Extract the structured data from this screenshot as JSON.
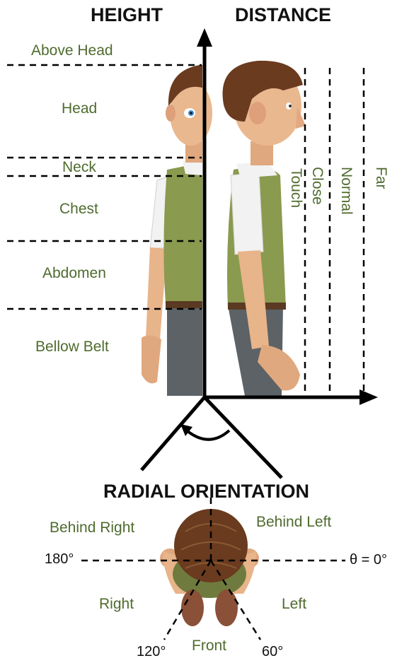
{
  "headers": {
    "height": "HEIGHT",
    "distance": "DISTANCE",
    "radial": "RADIAL ORIENTATION"
  },
  "height_zones": [
    "Above Head",
    "Head",
    "Neck",
    "Chest",
    "Abdomen",
    "Bellow Belt"
  ],
  "distance_zones": [
    "Touch",
    "Close",
    "Normal",
    "Far"
  ],
  "orientation": {
    "behind_right": "Behind Right",
    "behind_left": "Behind Left",
    "right": "Right",
    "left": "Left",
    "front": "Front",
    "deg_180": "180°",
    "deg_0": "θ = 0°",
    "deg_120": "120°",
    "deg_60": "60°"
  },
  "colors": {
    "label_green": "#4f6b2e",
    "axis": "#000000",
    "vest": "#8a9a4e",
    "shirt": "#f2f2f2",
    "skin": "#e8b48a",
    "hair": "#6a3b1f",
    "trousers": "#5c6266"
  }
}
